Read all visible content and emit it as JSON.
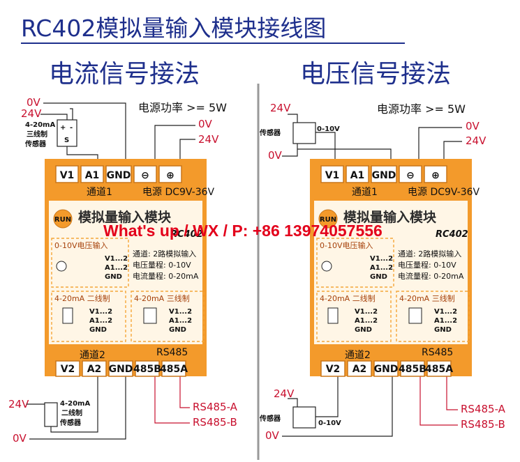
{
  "title": "RC402模拟量输入模块接线图",
  "left": {
    "heading": "电流信号接法",
    "power_note": "电源功率 >= 5W",
    "label_0v_top": "0V",
    "label_24v_top": "24V",
    "sensor_name": "4-20mA\n三线制\n传感器",
    "power_0v": "0V",
    "power_24v": "24V",
    "label_24v_bottom": "24V",
    "label_0v_bottom": "0V",
    "sensor2_name": "4-20mA\n二线制\n传感器",
    "rs485a": "RS485-A",
    "rs485b": "RS485-B"
  },
  "right": {
    "heading": "电压信号接法",
    "power_note": "电源功率 >= 5W",
    "label_24v_top": "24V",
    "sensor_label": "传感器",
    "signal_label": "0-10V",
    "label_0v_top": "0V",
    "power_0v": "0V",
    "power_24v": "24V",
    "label_24v_bottom": "24V",
    "sensor2_label": "传感器",
    "signal2_label": "0-10V",
    "label_0v_bottom": "0V",
    "rs485a": "RS485-A",
    "rs485b": "RS485-B"
  },
  "module": {
    "top_terminals": [
      "V1",
      "A1",
      "GND",
      "⊖",
      "⊕"
    ],
    "channel1": "通道1",
    "power_spec": "电源 DC9V-36V",
    "run": "RUN",
    "brand": "模拟量输入模块",
    "model": "RC402",
    "voltage_input": "0-10V电压输入",
    "v_pins": [
      "V1...2",
      "A1...2",
      "GND"
    ],
    "spec_lines": [
      "通道: 2路模拟输入",
      "电压量程: 0-10V",
      "电流量程: 0-20mA"
    ],
    "two_wire": "4-20mA 二线制",
    "three_wire": "4-20mA 三线制",
    "pins_a": [
      "V1...2",
      "A1...2",
      "GND"
    ],
    "channel2": "通道2",
    "rs485": "RS485",
    "bottom_terminals": [
      "V2",
      "A2",
      "GND",
      "485B",
      "485A"
    ]
  },
  "watermark": "What's up / WX / P: +86 13974057556",
  "colors": {
    "module": "#f39a2b",
    "title": "#1e2f8c",
    "wire_label": "#c8102e",
    "watermark": "#e3001b"
  }
}
